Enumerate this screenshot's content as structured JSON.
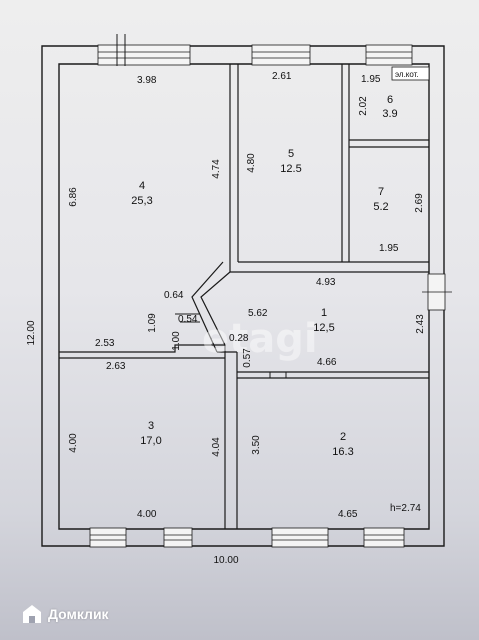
{
  "floorplan": {
    "overall": {
      "height_label": "12.00",
      "width_label": "10.00",
      "ceiling_height": "h=2.74"
    },
    "rooms": [
      {
        "id": "4",
        "area": "25,3"
      },
      {
        "id": "5",
        "area": "12.5"
      },
      {
        "id": "6",
        "area": "3.9",
        "label": "эл.кот."
      },
      {
        "id": "7",
        "area": "5.2"
      },
      {
        "id": "1",
        "area": "12,5"
      },
      {
        "id": "3",
        "area": "17,0"
      },
      {
        "id": "2",
        "area": "16.3"
      }
    ],
    "dimensions": {
      "r4_top": "3.98",
      "r4_left": "6.86",
      "r4_right": "4.74",
      "r5_top": "2.61",
      "r5_left": "4.80",
      "r6_top": "1.95",
      "r6_side": "2.02",
      "r7_right": "2.69",
      "r7_bottom": "1.95",
      "hall_top": "4.93",
      "hall_diag": "5.62",
      "hall_right": "2.43",
      "hall_side": "0.57",
      "hall_bottom": "4.66",
      "hall_step": "0.28",
      "corr_a": "0.64",
      "corr_b": "1.09",
      "corr_c": "0.54",
      "corr_d": "1.00",
      "r4_bottom": "2.53",
      "r3_top": "2.63",
      "r3_left": "4.00",
      "r3_right": "4.04",
      "r3_bottom": "4.00",
      "r2_left": "3.50",
      "r2_bottom": "4.65"
    }
  },
  "watermark": "etagi",
  "brand": {
    "name": "Домклик",
    "icon": "domclick-house-icon"
  }
}
